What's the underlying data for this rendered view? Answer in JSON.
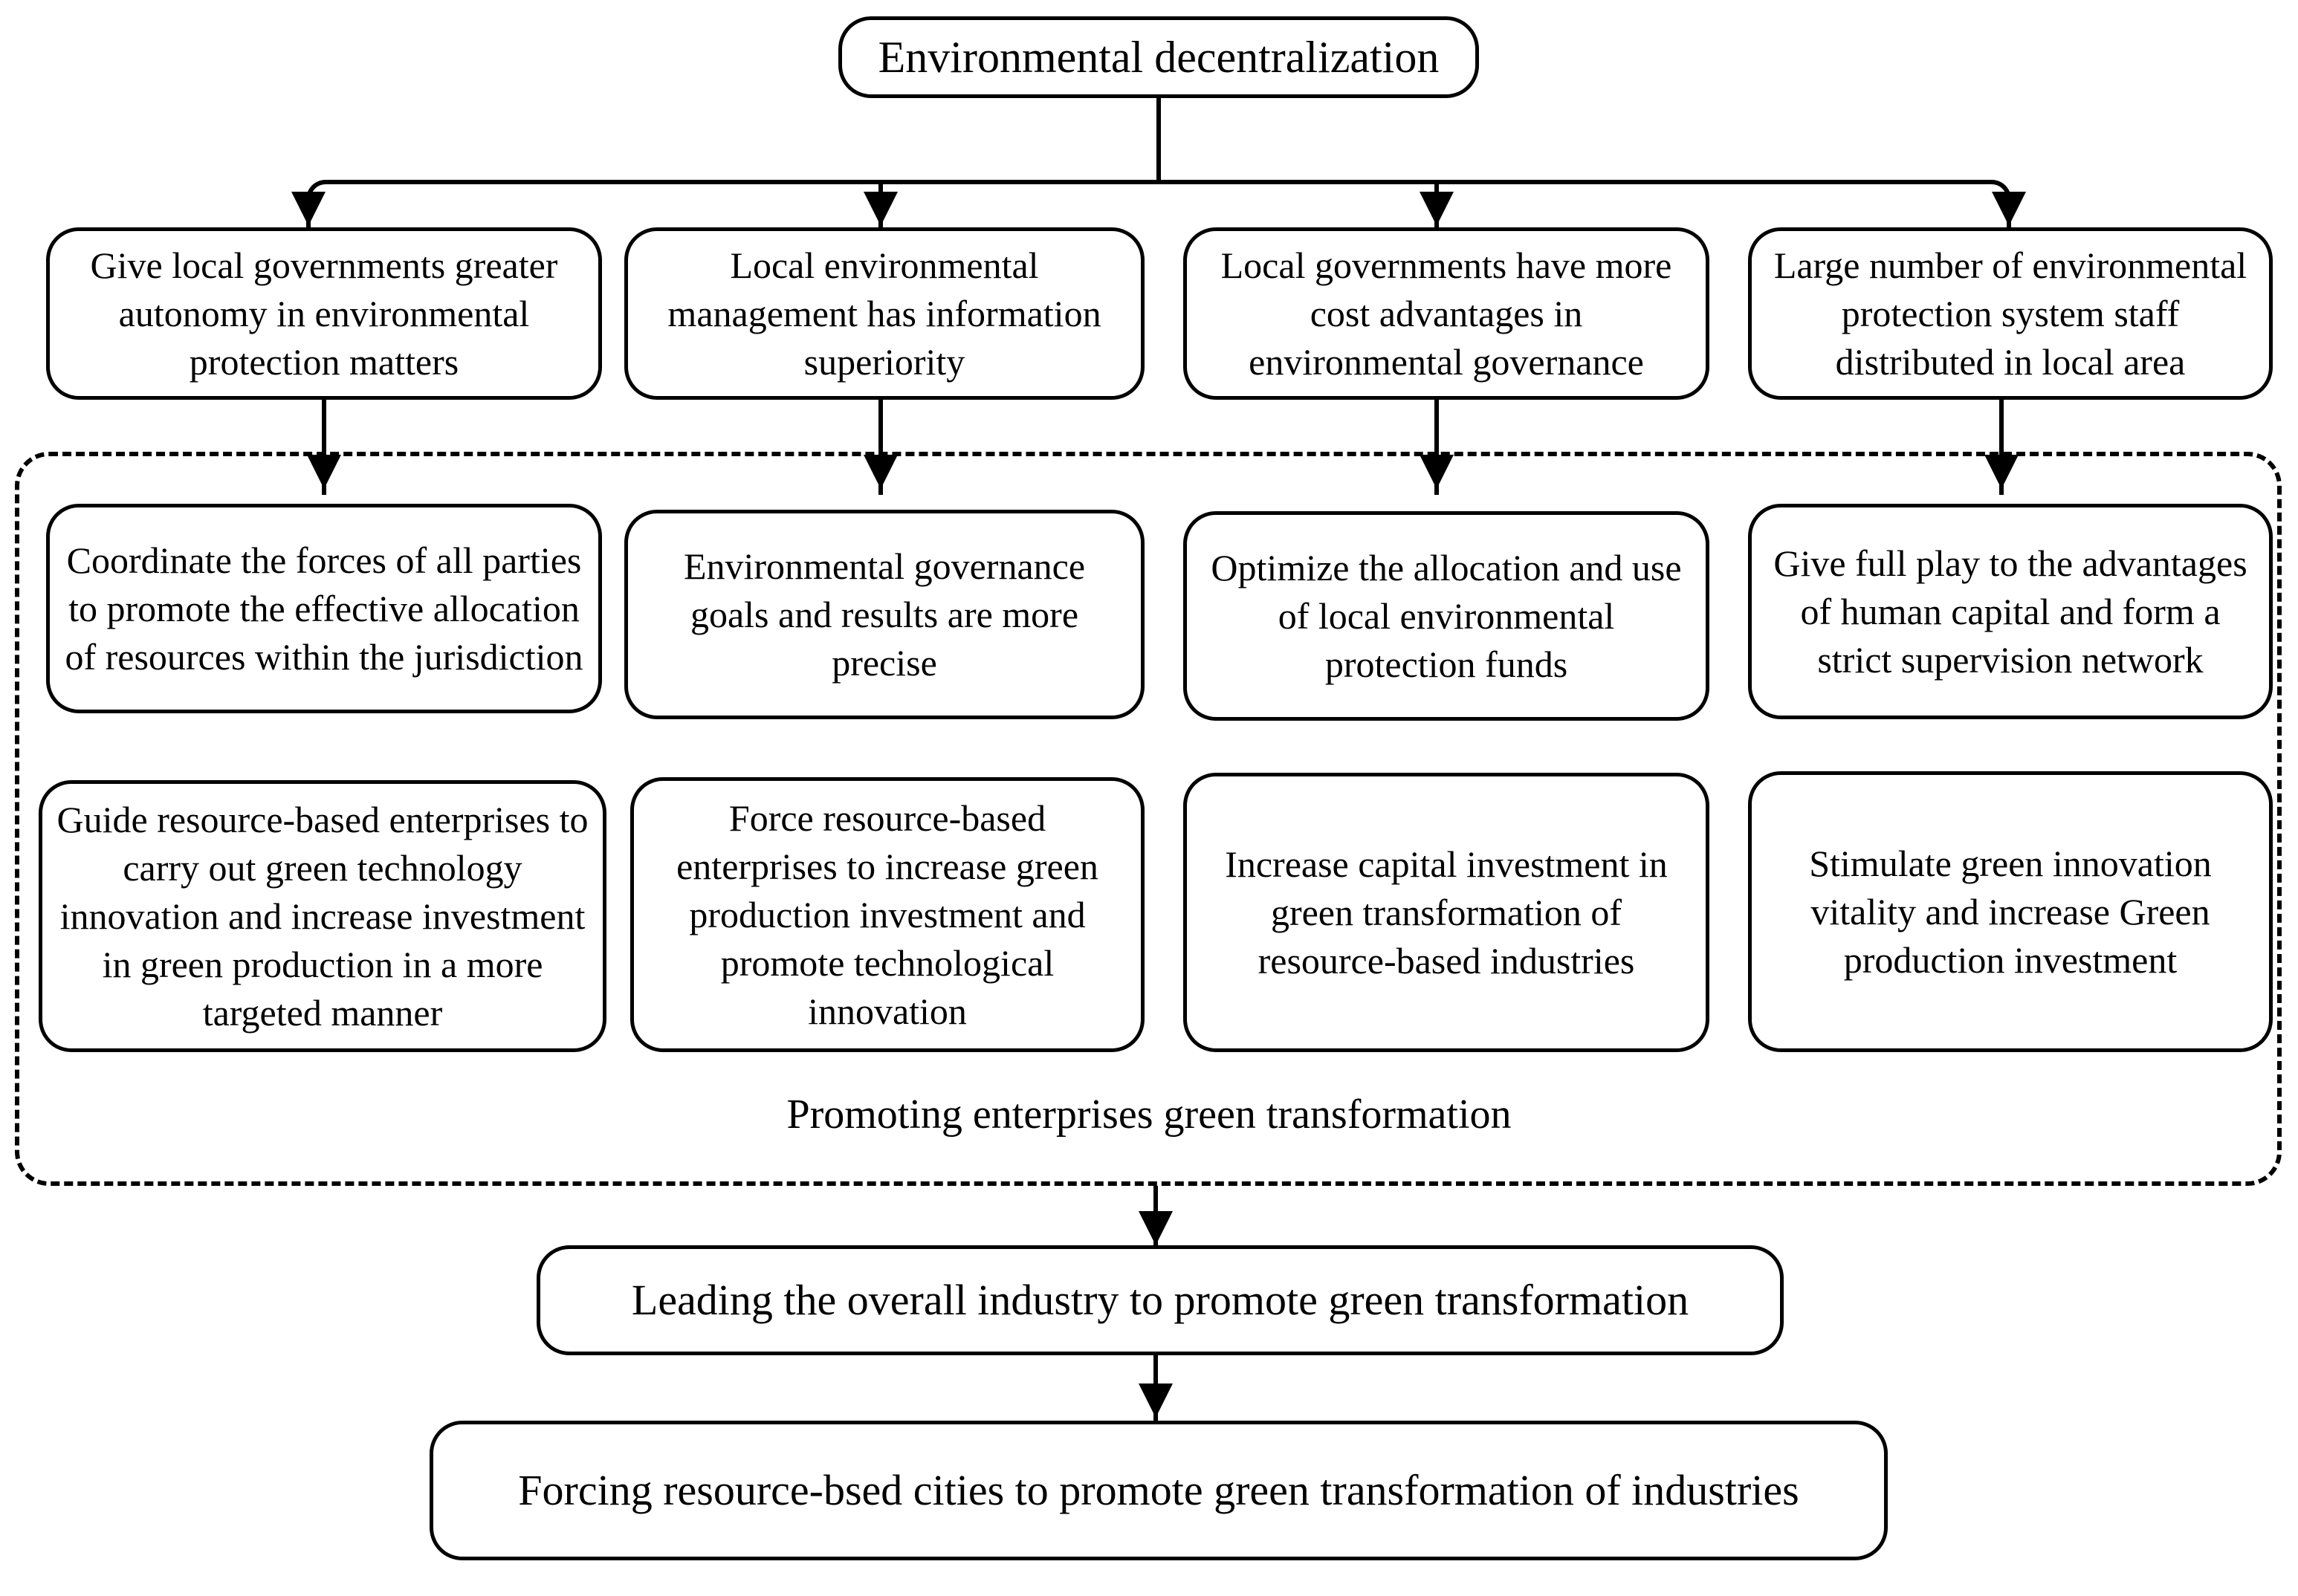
{
  "diagram": {
    "title": "Environmental decentralization",
    "root": {
      "label": "Environmental decentralization"
    },
    "level1": [
      {
        "label": "Give local governments greater autonomy in environmental protection matters"
      },
      {
        "label": "Local environmental management has information superiority"
      },
      {
        "label": "Local governments have more cost advantages in environmental governance"
      },
      {
        "label": "Large number of environmental protection system staff distributed in local area"
      }
    ],
    "level2": [
      {
        "label": "Coordinate the forces of all parties to promote the effective allocation of resources within the jurisdiction"
      },
      {
        "label": "Environmental governance goals and results are more precise"
      },
      {
        "label": "Optimize the allocation and use of local environmental protection funds"
      },
      {
        "label": "Give full play to the advantages of human capital and form a strict supervision network"
      }
    ],
    "level3": [
      {
        "label": "Guide resource-based enterprises to carry out green technology innovation and increase investment in green production in a more targeted manner"
      },
      {
        "label": "Force resource-based enterprises to increase green production investment and promote technological innovation"
      },
      {
        "label": "Increase capital investment in green transformation of resource-based industries"
      },
      {
        "label": "Stimulate green innovation vitality and increase Green production investment"
      }
    ],
    "group": {
      "label": "Promoting enterprises green transformation"
    },
    "outcome1": {
      "label": "Leading the overall industry to promote green transformation"
    },
    "outcome2": {
      "label": "Forcing resource-bsed cities to promote green transformation of industries"
    },
    "style": {
      "stroke": "#000000",
      "background": "#ffffff"
    }
  }
}
